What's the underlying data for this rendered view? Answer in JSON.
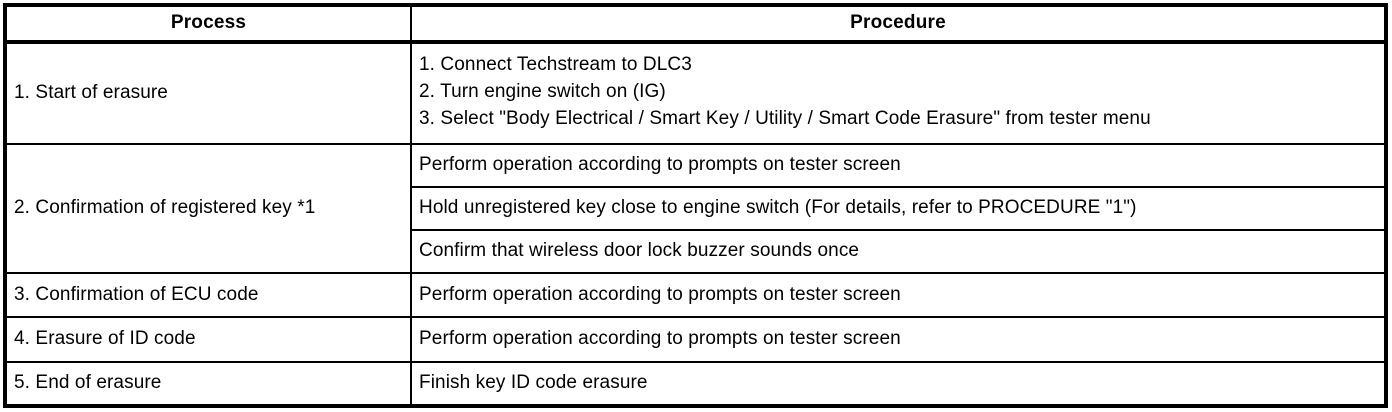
{
  "document": {
    "type": "procedure-table",
    "title_visible": false
  },
  "table": {
    "headers": {
      "process": "Process",
      "procedure": "Procedure"
    },
    "rows": [
      {
        "id": "start-of-erasure",
        "process": "1. Start of erasure",
        "procedure_lines": [
          "1. Connect Techstream to DLC3",
          "2. Turn engine switch on (IG)",
          "3. Select \"Body Electrical / Smart Key / Utility / Smart Code Erasure\" from tester menu"
        ]
      },
      {
        "id": "confirmation-of-registered-key",
        "process": "2. Confirmation of registered key *1",
        "sub_procedures": [
          "Perform operation according to prompts on tester screen",
          "Hold unregistered key close to engine switch (For details, refer to PROCEDURE \"1\")",
          "Confirm that wireless door lock buzzer sounds once"
        ]
      },
      {
        "id": "confirmation-of-ecu-code",
        "process": "3. Confirmation of ECU code",
        "procedure": "Perform operation according to prompts on tester screen"
      },
      {
        "id": "erasure-of-id-code",
        "process": "4. Erasure of ID code",
        "procedure": "Perform operation according to prompts on tester screen"
      },
      {
        "id": "end-of-erasure",
        "process": "5. End of erasure",
        "procedure": "Finish key ID code erasure"
      }
    ]
  },
  "colors": {
    "border": "#000000",
    "text": "#000000",
    "background": "#ffffff"
  }
}
